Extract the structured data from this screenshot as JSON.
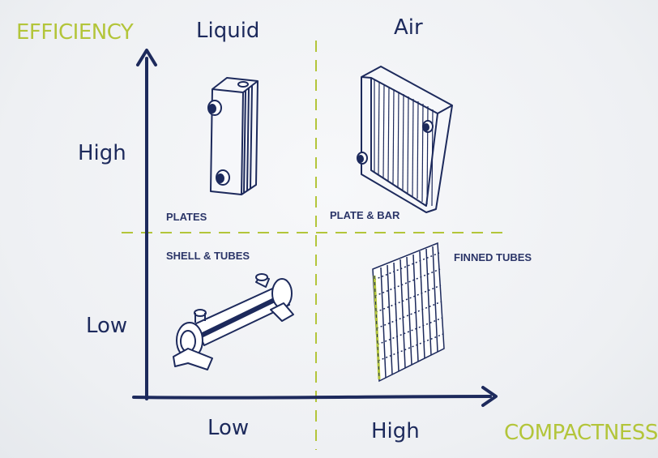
{
  "axes": {
    "y_title": "EFFICIENCY",
    "x_title": "COMPACTNESS",
    "y_high": "High",
    "y_low": "Low",
    "x_low": "Low",
    "x_high": "High"
  },
  "columns": {
    "left": "Liquid",
    "right": "Air"
  },
  "quadrants": {
    "top_left": "PLATES",
    "top_right": "PLATE & BAR",
    "bottom_left": "SHELL & TUBES",
    "bottom_right": "FINNED TUBES"
  },
  "colors": {
    "ink": "#1d2a5c",
    "accent_green": "#b3c53a",
    "background": "#f3f4f6"
  }
}
